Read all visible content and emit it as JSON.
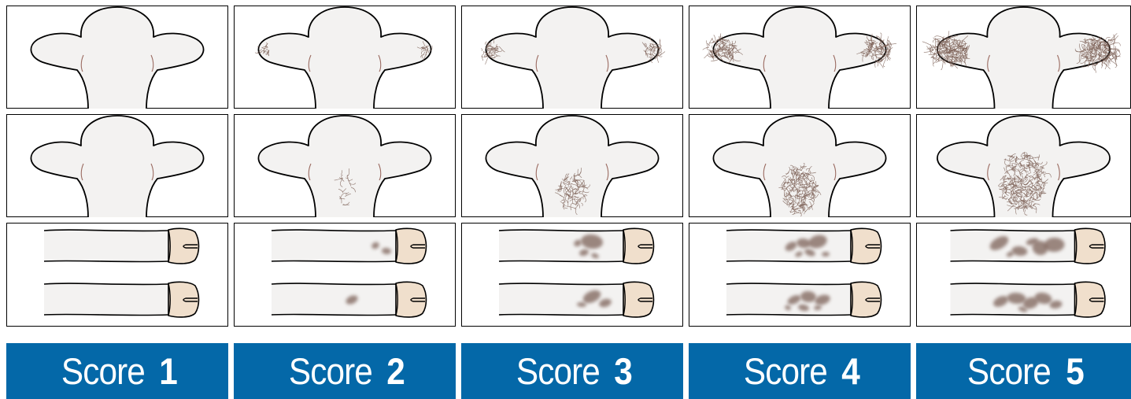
{
  "colors": {
    "score_bar_background": "#0468a8",
    "score_bar_text": "#ffffff",
    "skin_fill": "#f3f2f1",
    "outline": "#000000",
    "hoof_fill": "#f0dfcc",
    "hair_color": "#7a5e54",
    "patch_color": "#7d6259"
  },
  "panel_rows": [
    "ears",
    "neck",
    "legs"
  ],
  "scores": [
    {
      "label": "Score",
      "value": "1",
      "ear_hair_level": 0,
      "neck_hair_level": 0,
      "leg_patch_level": 0
    },
    {
      "label": "Score",
      "value": "2",
      "ear_hair_level": 1,
      "neck_hair_level": 1,
      "leg_patch_level": 1
    },
    {
      "label": "Score",
      "value": "3",
      "ear_hair_level": 2,
      "neck_hair_level": 2,
      "leg_patch_level": 2
    },
    {
      "label": "Score",
      "value": "4",
      "ear_hair_level": 3,
      "neck_hair_level": 3,
      "leg_patch_level": 3
    },
    {
      "label": "Score",
      "value": "5",
      "ear_hair_level": 4,
      "neck_hair_level": 4,
      "leg_patch_level": 4
    }
  ]
}
